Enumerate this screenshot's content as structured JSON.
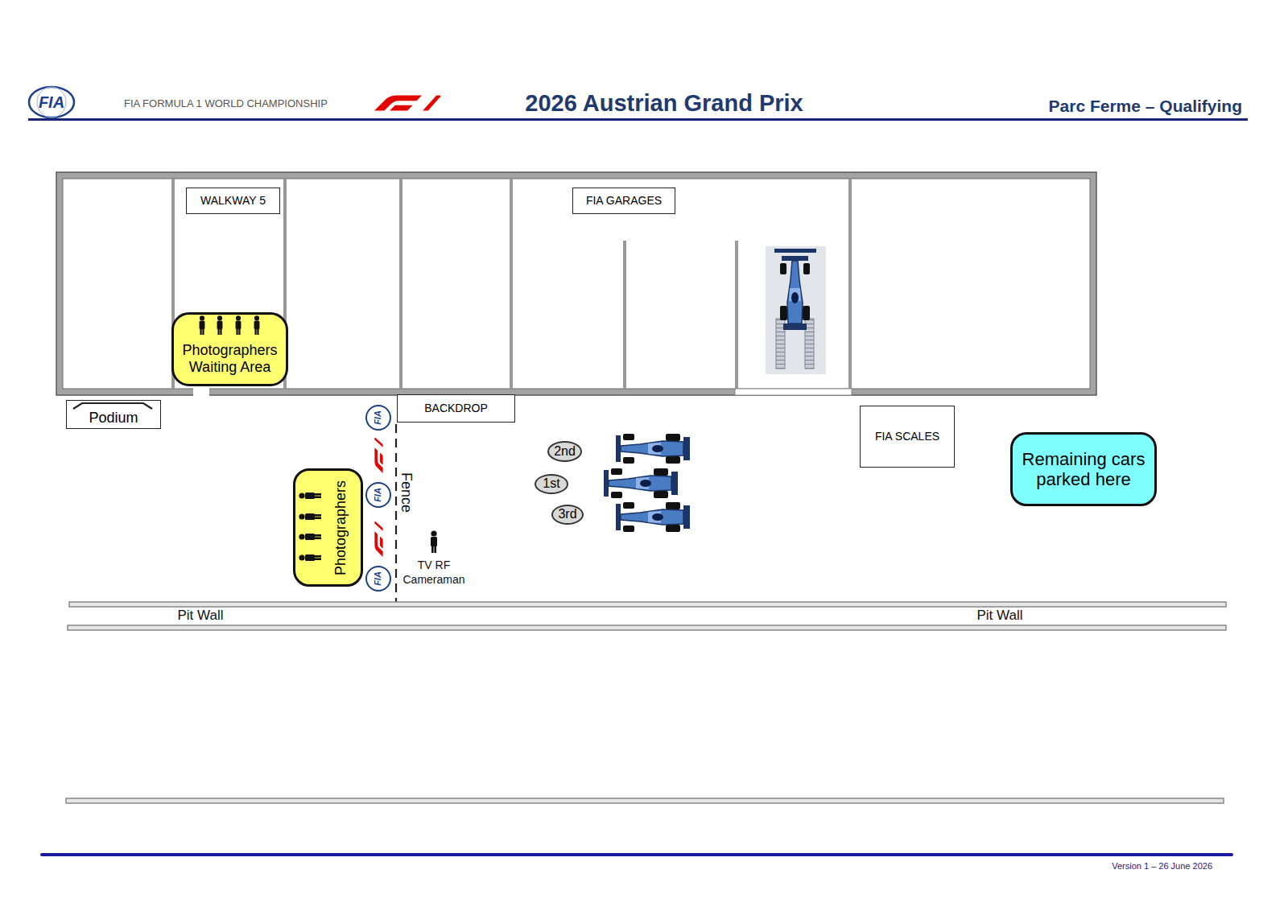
{
  "diagram": {
    "title": "2026 Austrian Grand Prix",
    "nodes": [
      {
        "text": [
          "WALKWAY 5"
        ]
      },
      {
        "text": [
          "FIA GARAGES"
        ]
      },
      {
        "text": [
          "Photographers Waiting Area"
        ]
      },
      {
        "text": [
          "Podium"
        ]
      },
      {
        "text": [
          "BACKDROP"
        ]
      },
      {
        "text": [
          "FIA SCALES"
        ]
      },
      {
        "text": [
          "Remaining cars parked here"
        ]
      },
      {
        "text": [
          "Photographers"
        ]
      },
      {
        "text": [
          "2nd"
        ]
      },
      {
        "text": [
          "1st"
        ]
      },
      {
        "text": [
          "3rd"
        ]
      }
    ],
    "labels": [
      "FIA",
      "FIA FORMULA 1 WORLD CHAMPIONSHIP",
      "Parc Ferme – Qualifying",
      "FIA",
      "FIA",
      "FIA",
      "Fence",
      "TV RF Cameraman",
      "Pit Wall",
      "Pit Wall",
      "Version 1 – 26 June 2026"
    ]
  }
}
